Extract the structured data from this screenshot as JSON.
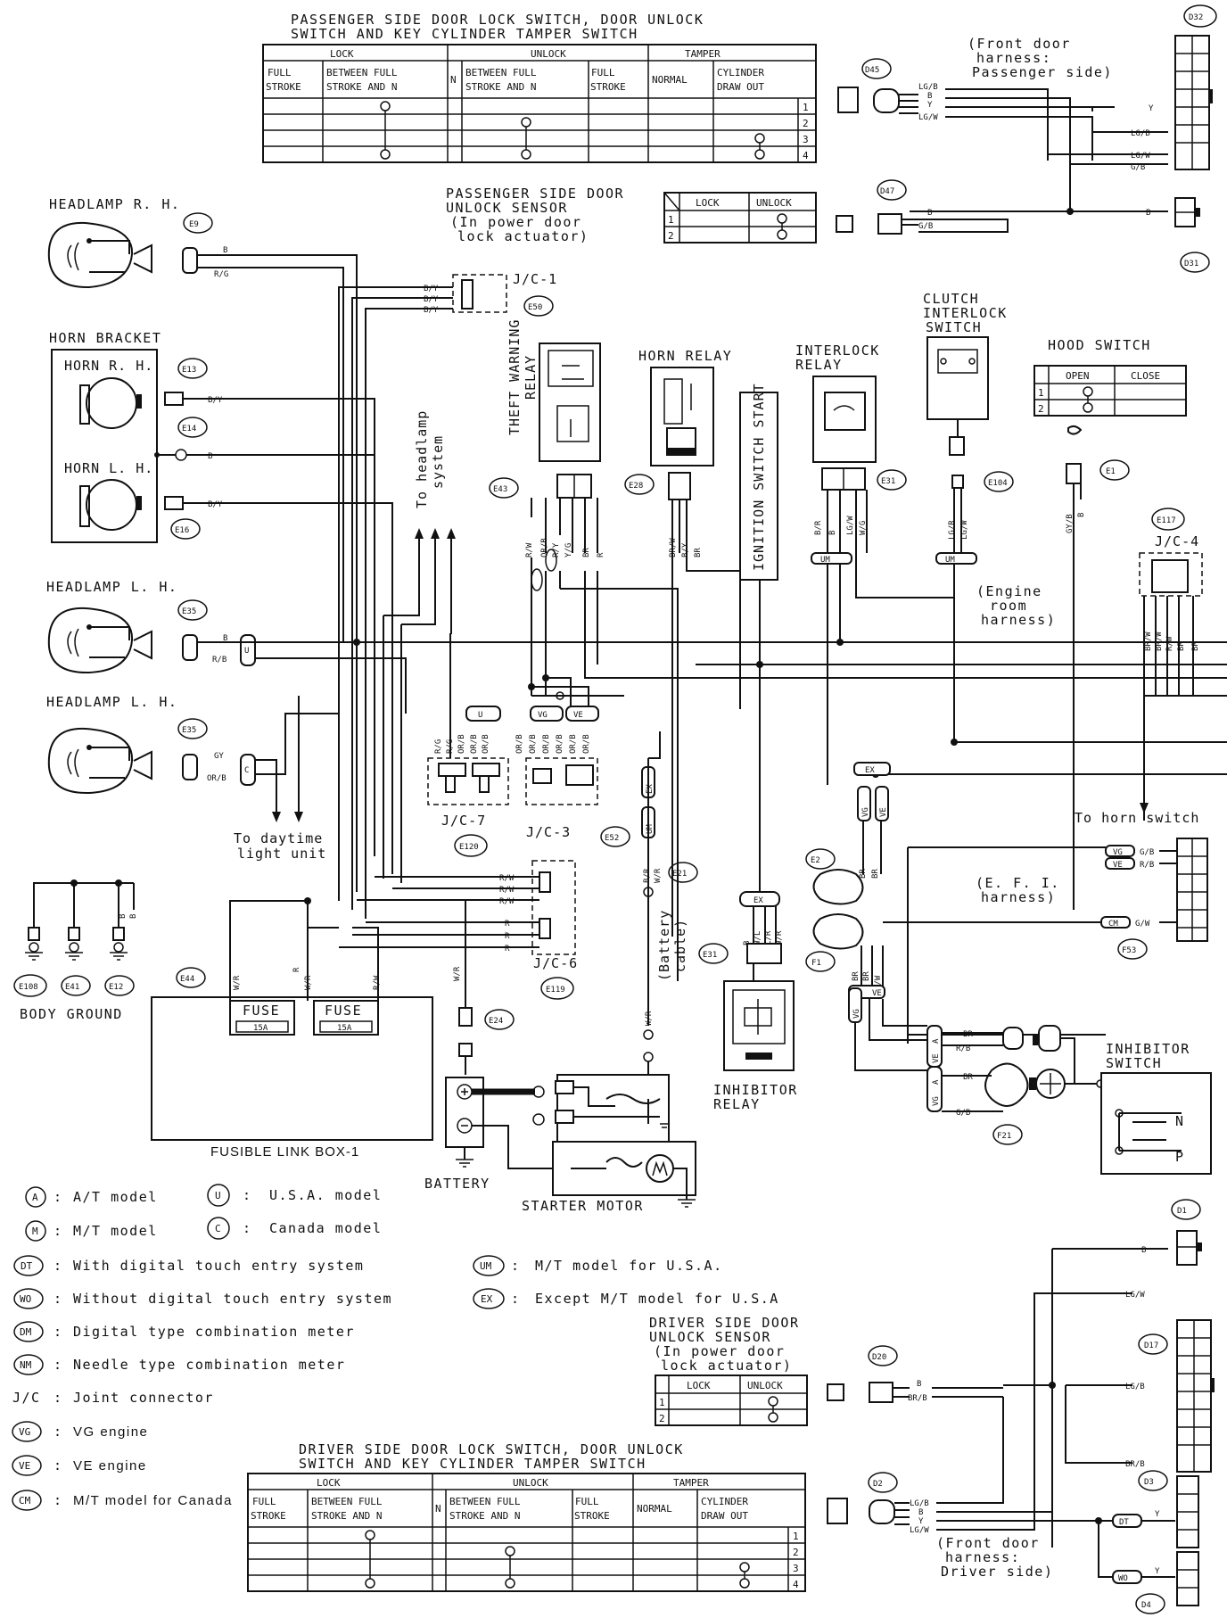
{
  "tables": {
    "passenger_switch": {
      "title1": "PASSENGER SIDE DOOR LOCK SWITCH, DOOR UNLOCK",
      "title2": "SWITCH AND KEY CYLINDER TAMPER SWITCH"
    },
    "driver_switch": {
      "title1": "DRIVER SIDE DOOR LOCK SWITCH, DOOR UNLOCK",
      "title2": "SWITCH AND KEY CYLINDER TAMPER SWITCH"
    },
    "groups": [
      "LOCK",
      "UNLOCK",
      "TAMPER"
    ],
    "cols": [
      "FULL",
      "STROKE",
      "BETWEEN FULL",
      "STROKE AND N",
      "N",
      "BETWEEN FULL",
      "STROKE AND N",
      "FULL",
      "STROKE",
      "NORMAL",
      "CYLINDER",
      "DRAW OUT"
    ],
    "rows": [
      "1",
      "2",
      "3",
      "4"
    ],
    "sensor_cols": [
      "LOCK",
      "UNLOCK"
    ],
    "sensor_rows": [
      "1",
      "2"
    ],
    "hood_cols": [
      "OPEN",
      "CLOSE"
    ]
  },
  "sensors": {
    "passenger": [
      "PASSENGER SIDE DOOR",
      "UNLOCK SENSOR",
      "(In power door",
      "lock actuator)"
    ],
    "driver": [
      "DRIVER SIDE DOOR",
      "UNLOCK SENSOR",
      "(In power door",
      "lock actuator)"
    ]
  },
  "harness": {
    "front_pass": [
      "(Front door",
      "harness:",
      "Passenger side)"
    ],
    "front_drv": [
      "(Front door",
      "harness:",
      "Driver side)"
    ],
    "engine_room": [
      "(Engine",
      "room",
      "harness)"
    ],
    "efi": [
      "(E. F. I.",
      "harness)"
    ]
  },
  "components": {
    "headlamp_rh": "HEADLAMP R. H.",
    "horn_bracket": "HORN BRACKET",
    "horn_rh": "HORN R. H.",
    "horn_lh": "HORN L. H.",
    "headlamp_lh": "HEADLAMP L. H.",
    "theft_relay": [
      "THEFT WARNING",
      "RELAY"
    ],
    "horn_relay": "HORN RELAY",
    "ignition": "IGNITION SWITCH START",
    "interlock_relay": [
      "INTERLOCK",
      "RELAY"
    ],
    "clutch_switch": [
      "CLUTCH",
      "INTERLOCK",
      "SWITCH"
    ],
    "hood_switch": "HOOD SWITCH",
    "to_headlamp": [
      "To headlamp",
      "system"
    ],
    "to_daytime": [
      "To daytime",
      "light unit"
    ],
    "to_horn": "To horn switch",
    "body_ground": "BODY GROUND",
    "fusible": "FUSIBLE LINK BOX-1",
    "fuse": "FUSE",
    "fuse_rating": "15A",
    "battery": "BATTERY",
    "battery_cable": [
      "(Battery",
      "cable)"
    ],
    "starter": "STARTER MOTOR",
    "inhibitor_relay": [
      "INHIBITOR",
      "RELAY"
    ],
    "inhibitor_switch": [
      "INHIBITOR",
      "SWITCH"
    ],
    "jc1": "J/C-1",
    "jc3": "J/C-3",
    "jc4": "J/C-4",
    "jc6": "J/C-6",
    "jc7": "J/C-7",
    "n": "N",
    "p": "P"
  },
  "connectors": [
    "D32",
    "D45",
    "D47",
    "D31",
    "E9",
    "E50",
    "E13",
    "E14",
    "E16",
    "E35",
    "E43",
    "E28",
    "E31",
    "E104",
    "E1",
    "E117",
    "E120",
    "E52",
    "E21",
    "E2",
    "F1",
    "F53",
    "E108",
    "E41",
    "E12",
    "E44",
    "E24",
    "E119",
    "F21",
    "D1",
    "D20",
    "D2",
    "D17",
    "D3",
    "D4"
  ],
  "legend": [
    {
      "sym": "A",
      "text": "A/T model"
    },
    {
      "sym": "U",
      "text": "U.S.A. model"
    },
    {
      "sym": "M",
      "text": "M/T model"
    },
    {
      "sym": "C",
      "text": "Canada model"
    },
    {
      "sym": "DT",
      "text": "With digital touch entry system"
    },
    {
      "sym": "UM",
      "text": "M/T model for U.S.A."
    },
    {
      "sym": "WO",
      "text": "Without digital touch entry system"
    },
    {
      "sym": "EX",
      "text": "Except M/T model for U.S.A"
    },
    {
      "sym": "DM",
      "text": "Digital type combination meter"
    },
    {
      "sym": "NM",
      "text": "Needle type combination meter"
    },
    {
      "sym": "J/C",
      "text": "Joint connector"
    },
    {
      "sym": "VG",
      "text": "VG engine"
    },
    {
      "sym": "VE",
      "text": "VE engine"
    },
    {
      "sym": "CM",
      "text": "M/T model for Canada"
    }
  ],
  "wires": {
    "B": "B",
    "RG": "R/G",
    "BY": "B/Y",
    "RB": "R/B",
    "GY": "GY",
    "ORB": "OR/B",
    "LGB": "LG/B",
    "Y": "Y",
    "LGW": "LG/W",
    "GB": "G/B",
    "RW": "R/W",
    "R": "R",
    "BRW": "BR/W",
    "BR": "BR",
    "BRB": "BR/B",
    "WR": "W/R",
    "GW": "G/W",
    "WL": "W/L",
    "LR": "L/R",
    "YG": "Y/G",
    "RY": "R/Y",
    "BR_": "B/R",
    "LGR": "LG/R",
    "GYB": "GY/B",
    "WG": "W/G"
  }
}
